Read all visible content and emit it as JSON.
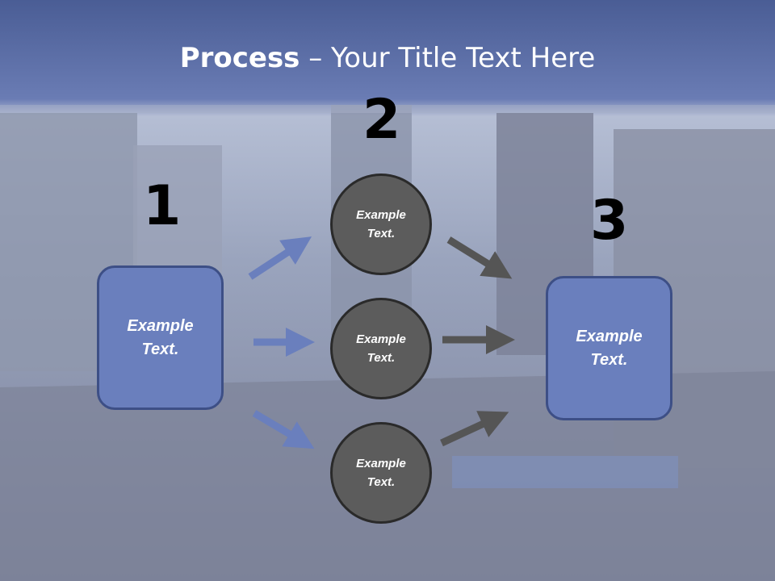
{
  "title": {
    "bold": "Process",
    "rest": " – Your Title Text Here"
  },
  "steps": {
    "n1": "1",
    "n2": "2",
    "n3": "3"
  },
  "left_box": {
    "label": "Example\nText."
  },
  "right_box": {
    "label": "Example\nText."
  },
  "circles": [
    {
      "label": "Example\nText."
    },
    {
      "label": "Example\nText."
    },
    {
      "label": "Example\nText."
    }
  ],
  "colors": {
    "box": "#6a7fbd",
    "circle": "#5c5c5c",
    "arrow_blue": "#6a7fbd",
    "arrow_gray": "#555555"
  }
}
